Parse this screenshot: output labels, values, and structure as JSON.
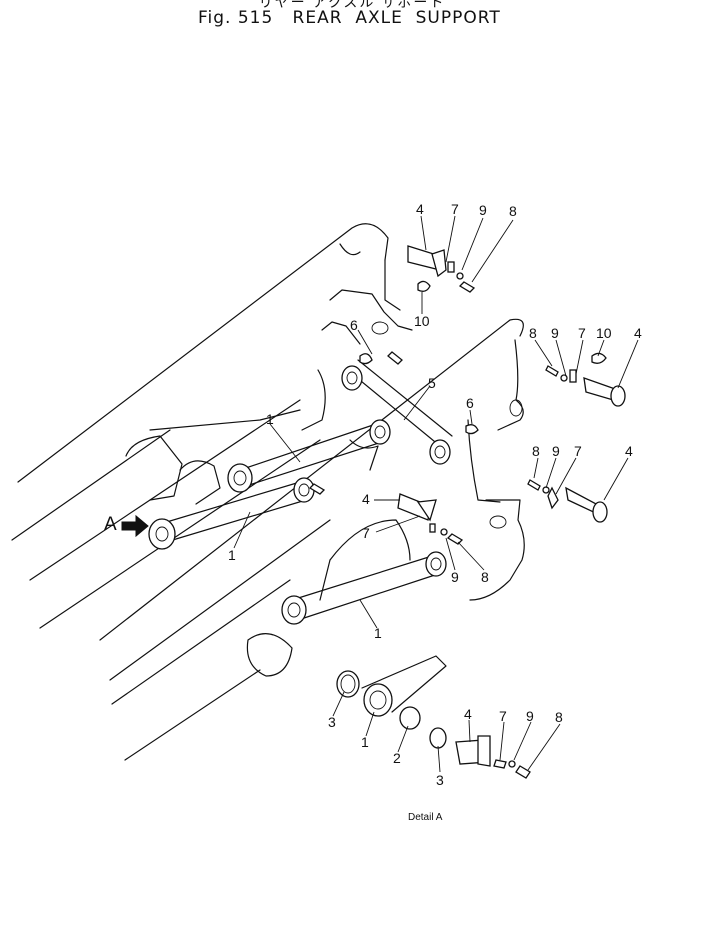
{
  "header": {
    "japanese_title": "リヤー アクスル サポート",
    "figure_title": "Fig. 515   REAR  AXLE  SUPPORT"
  },
  "detail_caption": "Detail A",
  "view_marker": "A",
  "callouts": {
    "c4a": "4",
    "c7a": "7",
    "c9a": "9",
    "c8a": "8",
    "c10a": "10",
    "c6a": "6",
    "c5": "5",
    "c8b": "8",
    "c9b": "9",
    "c7b": "7",
    "c10b": "10",
    "c4b": "4",
    "c1a": "1",
    "c6b": "6",
    "c8c": "8",
    "c9c": "9",
    "c7c": "7",
    "c4c": "4",
    "c4d": "4",
    "c1b": "1",
    "c7d": "7",
    "c9d": "9",
    "c8d": "8",
    "c1c": "1",
    "c3a": "3",
    "c1d": "1",
    "c2": "2",
    "c3b": "3",
    "c4e": "4",
    "c7e": "7",
    "c9e": "9",
    "c8e": "8"
  }
}
